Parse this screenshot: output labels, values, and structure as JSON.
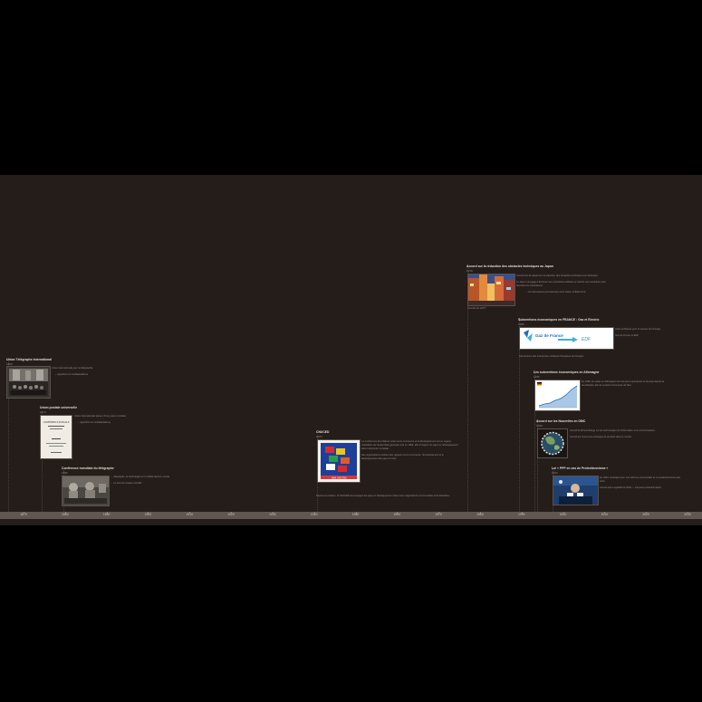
{
  "events": [
    {
      "title": "Union Télégraphe international",
      "date": "1865",
      "text": [
        "Union internationale pour la télégraphie",
        "→ apparition du multilatéralisme"
      ]
    },
    {
      "title": "Union postale universelle",
      "date": "1874",
      "text": [
        "Union internationale lauteur d'une poste mondiale",
        "→ apparition du multilatéralisme"
      ],
      "thumb_caption": "CONFÉRENCE POSTALE"
    },
    {
      "title": "Conférence mondiale du télégraphe",
      "date": "1885",
      "text": [
        "→ télégraphe: la technologie et il mobilité dans le monde",
        "→ un premier réseau mondial"
      ]
    },
    {
      "title": "CNUCED",
      "date": "1964",
      "text": [
        "La Conférence des Nations unies sur le commerce et le développement est un organe subsidiaire de l'Assemblée générale créé en 1964, afin d'intégrer les pays en développement dans l'économie mondiale.",
        "Ses organisations publient des rapports sur le commerce, l'investissement et le développement des pays du Sud.",
        "Depuis sa création, la CNUCED accompagne les pays en développement dans leurs négociations commerciales internationales."
      ],
      "thumb_caption": "1964 UNCTAD"
    },
    {
      "title": "Accord sur la réduction des obstacles techniques au Japon",
      "date": "1978",
      "text": [
        "Accord lors de départ sur la réduction des obstacles techniques aux échanges.",
        "Le Japon s'engage à diminuer ses contraintes tarifaires et réduire ses restrictions pour favoriser les importations.",
        "→ les discussions permanentes entre Japon et États-Unis"
      ],
      "caption": "Accords du GATT"
    },
    {
      "title": "Subventions économiques en FRANCE : Gaz et Electric",
      "date": "1985",
      "text": [
        "Aides publiques pour le secteur de l'énergie",
        "Gaz de France et EDF"
      ],
      "caption": "Subventions des entreprises publiques françaises de l'énergie",
      "logo_text": "Gaz de France",
      "logo_text2": "EDF"
    },
    {
      "title": "Les subventions économiques en Allemagne",
      "date": "1995",
      "text": [
        "En 1995, les aides en Allemagne sont les plus importantes en Europe depuis la réunification afin de soutenir l'économie de l'Est."
      ]
    },
    {
      "title": "Accord sur les Nouvelles en OMC",
      "date": "1998",
      "text": [
        "Accord de libre-échange sur les technologies de l'information et la communication.",
        "Accord qui couvre les échanges de produits dans le monde."
      ]
    },
    {
      "title": "Loi « PPP en cas de Protectionnisme »",
      "date": "2003",
      "text": [
        "En 2003, Amérique pour une réforme commerciale et un protectionnisme plus strict.",
        "Accord Acte Législatif de 2003 — mesures protectionnistes"
      ]
    }
  ],
  "timeline": {
    "ticks": [
      "1870",
      "1880",
      "1890",
      "1900",
      "1910",
      "1920",
      "1930",
      "1940",
      "1950",
      "1960",
      "1970",
      "1980",
      "1990",
      "2000",
      "2010",
      "2020",
      "2030"
    ]
  },
  "colors": {
    "background": "#000000",
    "panel": "#241d1a",
    "timebar": "#5f5750"
  }
}
